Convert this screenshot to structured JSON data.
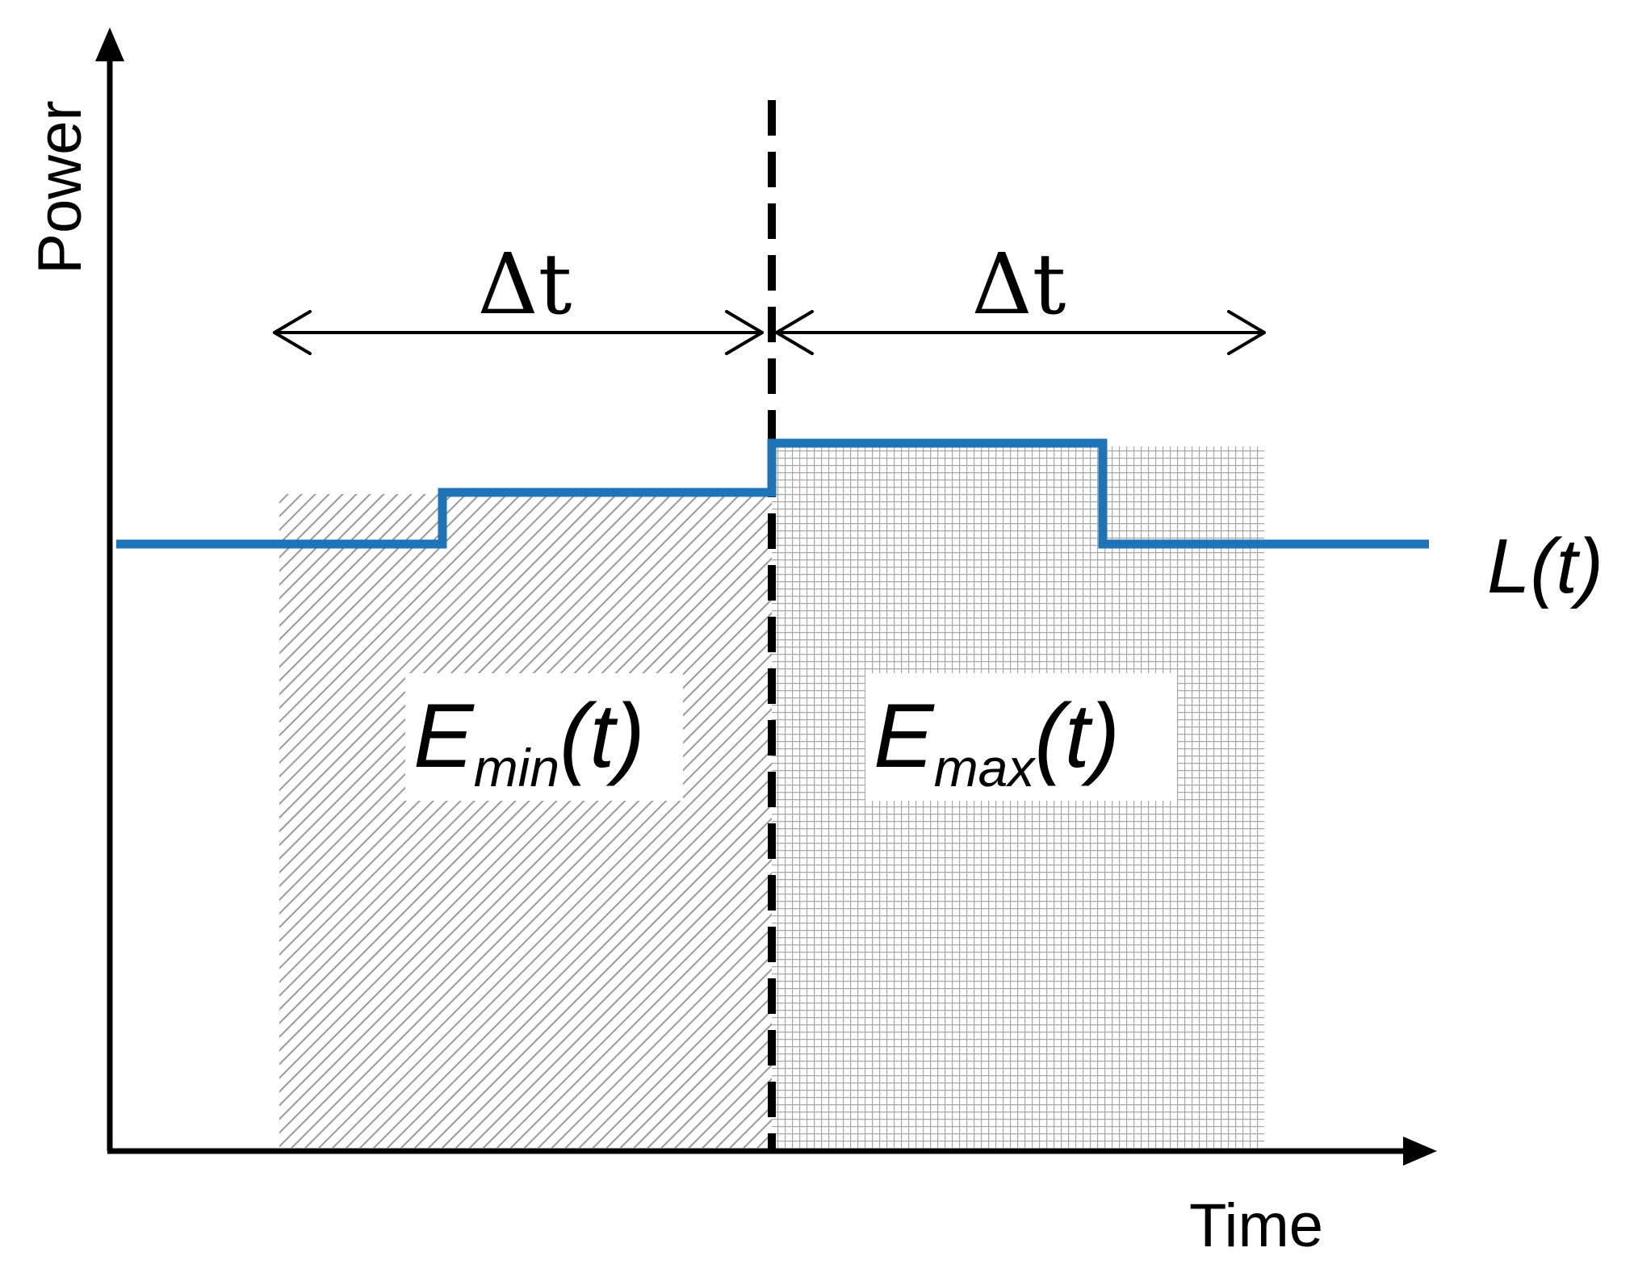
{
  "axes": {
    "y_label": "Power",
    "x_label": "Time"
  },
  "intervals": {
    "left_label": "Δt",
    "right_label": "Δt"
  },
  "curve": {
    "label": "L(t)",
    "color": "#1f73b7"
  },
  "regions": {
    "min": {
      "symbol": "E",
      "subscript": "min",
      "argument": "(t)"
    },
    "max": {
      "symbol": "E",
      "subscript": "max",
      "argument": "(t)"
    }
  },
  "colors": {
    "axis": "#000000",
    "hatch": "#9a9a9a",
    "label_box": "#ffffff"
  }
}
